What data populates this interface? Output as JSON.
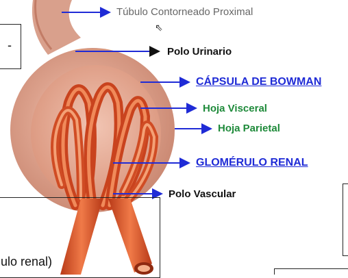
{
  "labels": {
    "tubulo": "Túbulo Contorneado Proximal",
    "polo_urinario": "Polo Urinario",
    "capsula": "CÁPSULA DE BOWMAN",
    "hoja_visceral": "Hoja Visceral",
    "hoja_parietal": "Hoja Parietal",
    "glomerulo": "GLOMÉRULO RENAL",
    "polo_vascular": "Polo Vascular"
  },
  "overlay": {
    "partial_text": "ulo renal)",
    "dash_mark": "-"
  },
  "colors": {
    "arrow": "#1f2bd6",
    "label_black": "#111111",
    "label_underlined": "#1f2bd6",
    "label_green": "#1e8a3a",
    "capsule_outer": "#d39a86",
    "capsule_inner": "#c5856f",
    "tube_red": "#d9572c"
  }
}
